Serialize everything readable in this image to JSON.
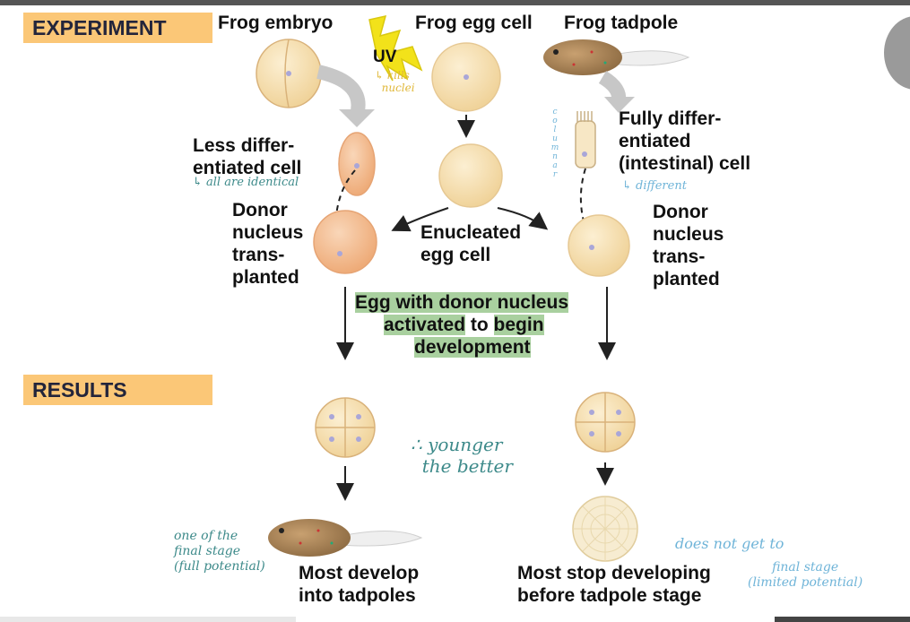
{
  "sections": {
    "experiment": "EXPERIMENT",
    "results": "RESULTS"
  },
  "labels": {
    "frog_embryo": "Frog embryo",
    "frog_egg_cell": "Frog egg cell",
    "frog_tadpole": "Frog tadpole",
    "uv": "UV",
    "less_diff": "Less differ-\nentiated cell",
    "fully_diff": "Fully differ-\nentiated\n(intestinal) cell",
    "donor_left": "Donor\nnucleus\ntrans-\nplanted",
    "donor_right": "Donor\nnucleus\ntrans-\nplanted",
    "enucleated": "Enucleated\negg cell",
    "egg_with_donor_l1": "Egg with donor nucleus",
    "egg_with_donor_l2a": "activated",
    "egg_with_donor_l2b": " to ",
    "egg_with_donor_l2c": "begin",
    "egg_with_donor_l3": "development",
    "most_develop": "Most develop\ninto tadpoles",
    "most_stop": "Most stop developing\nbefore tadpole stage",
    "columnar": "columnar"
  },
  "annotations": {
    "kills_nuclei": "↳ kills\n  nuclei",
    "all_identical": "↳ all are identical",
    "different": "↳ different",
    "younger_better": "∴ younger\n  the better",
    "one_of_final": "one of the\nfinal stage\n(full potential)",
    "does_not_get": "does not get to",
    "final_stage_limited": "final stage\n(limited potential)"
  },
  "colors": {
    "section_box": "#fbc777",
    "egg_fill": "#f7dfb0",
    "embryo_fill": "#f3d19a",
    "less_diff_fill": "#f3b98a",
    "nucleus": "#a9a6d8",
    "arrow_gray": "#c7c7c7",
    "uv_yellow": "#f2e21a",
    "highlight_green": "#62aa50",
    "annotation_green": "#3d8a8a",
    "annotation_blue": "#6fb4d8",
    "annotation_yellow": "#e0b83a"
  }
}
